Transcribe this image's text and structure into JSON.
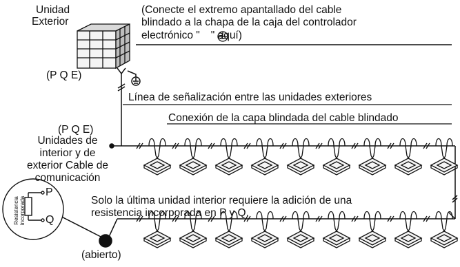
{
  "labels": {
    "outdoor_unit_line1": "Unidad",
    "outdoor_unit_line2": "Exterior",
    "shield_note_line1": "(Conecte el extremo apantallado del cable",
    "shield_note_line2": "blindado a la chapa de la caja del controlador",
    "shield_note_line3_pre": "electrónico \"",
    "shield_note_line3_post": "\" aquí)",
    "pqe_top": "(P Q E)",
    "signal_line": "Línea de señalización entre las unidades exteriores",
    "shield_connection": "Conexión de la capa blindada del cable blindado",
    "pqe_mid": "(P Q E)",
    "comm_cable_line1": "Unidades de",
    "comm_cable_line2": "interior y de",
    "comm_cable_line3": "exterior Cable de",
    "comm_cable_line4": "comunicación",
    "last_unit_line1": "Solo la última unidad interior requiere la adición de una",
    "last_unit_line2": "resistencia incorporada en P y Q.",
    "resistor_vertical": "Resistencia incorporada",
    "terminal_p": "P",
    "terminal_q": "Q",
    "open_label": "(abierto)"
  },
  "colors": {
    "line": "#111111",
    "unit_fill": "#f4f4f4",
    "unit_shade": "#cfcfcf"
  },
  "indoor_units": {
    "top_row_count": 9,
    "bottom_row_count": 9
  }
}
